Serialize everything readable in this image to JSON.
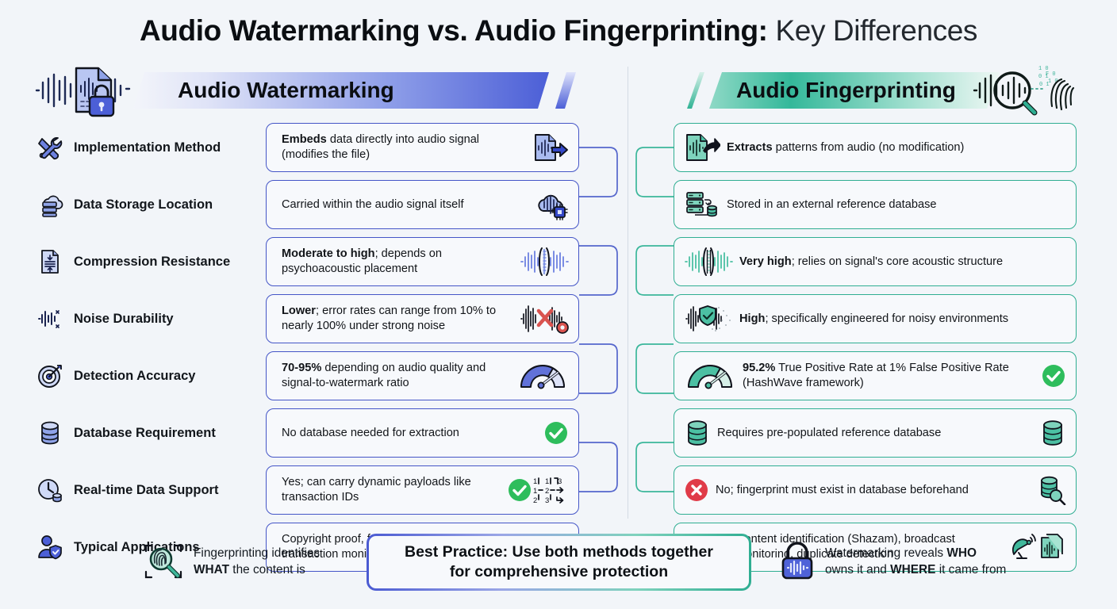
{
  "title": {
    "strong": "Audio Watermarking vs. Audio Fingerprinting:",
    "light": "Key Differences"
  },
  "colors": {
    "background": "#f2f5f9",
    "watermark_accent": "#4c5fd7",
    "fingerprint_accent": "#2fae92",
    "success_green": "#2ebd5c",
    "error_red": "#e03b48",
    "text": "#121519"
  },
  "headers": {
    "left": {
      "label": "Audio Watermarking",
      "icon": "audio-waveform-lock-document-icon"
    },
    "right": {
      "label": "Audio Fingerprinting",
      "icon": "waveform-magnifier-fingerprint-icon"
    }
  },
  "rows": [
    {
      "label": "Implementation Method",
      "label_icon": "wrench-screwdriver-icon",
      "left": {
        "bold": "Embeds",
        "rest": " data directly into audio signal (modifies the file)",
        "icon": "document-waveform-arrow-icon"
      },
      "right": {
        "bold": "Extracts",
        "rest": " patterns from audio (no modification)",
        "icon": "document-waveform-arrow-icon"
      }
    },
    {
      "label": "Data Storage Location",
      "label_icon": "cloud-server-icon",
      "left": {
        "bold": "",
        "rest": "Carried within the audio signal itself",
        "icon": "cloud-waveform-chip-icon"
      },
      "right": {
        "bold": "",
        "rest": "Stored in an external reference database",
        "icon": "server-rack-database-icon"
      }
    },
    {
      "label": "Compression Resistance",
      "label_icon": "compress-document-icon",
      "left": {
        "bold": "Moderate to high",
        "rest": "; depends on psychoacoustic placement",
        "icon": "waveform-compression-icon"
      },
      "right": {
        "bold": "Very high",
        "rest": "; relies on signal's core acoustic structure",
        "icon": "waveform-compression-icon"
      }
    },
    {
      "label": "Noise Durability",
      "label_icon": "noisy-waveform-icon",
      "left": {
        "bold": "Lower",
        "rest": "; error rates can range from 10% to nearly 100% under strong noise",
        "icon": "waveform-error-cross-icon"
      },
      "right": {
        "bold": "High",
        "rest": "; specifically engineered for noisy environments",
        "icon": "waveform-shield-check-icon"
      }
    },
    {
      "label": "Detection Accuracy",
      "label_icon": "target-dart-icon",
      "left": {
        "bold": "70-95%",
        "rest": " depending on audio quality and signal-to-watermark ratio",
        "icon": "gauge-meter-icon"
      },
      "right": {
        "bold": "95.2%",
        "rest": " True Positive Rate at 1% False Positive Rate (HashWave framework)",
        "icon": "gauge-meter-icon",
        "trailing_icon": "check-circle-icon"
      }
    },
    {
      "label": "Database Requirement",
      "label_icon": "database-cylinder-icon",
      "left": {
        "bold": "",
        "rest": "No database needed for extraction",
        "icon": "check-circle-icon"
      },
      "right": {
        "bold": "",
        "rest": "Requires pre-populated reference database",
        "icon": "database-cylinder-icon",
        "trailing_icon": "database-cylinder-icon"
      }
    },
    {
      "label": "Real-time Data Support",
      "label_icon": "clock-database-icon",
      "left": {
        "bold": "",
        "rest": "Yes; can carry dynamic payloads like transaction IDs",
        "icon": "check-circle-icon",
        "trailing_icon": "numbered-data-flow-icon"
      },
      "right": {
        "bold": "",
        "rest": "No; fingerprint must exist in database beforehand",
        "icon": "x-circle-icon",
        "trailing_icon": "database-search-icon"
      }
    },
    {
      "label": "Typical Applications",
      "label_icon": "user-shield-check-icon",
      "left": {
        "bold": "",
        "rest": "Copyright proof, forensic tracking, transaction monitoring",
        "icon": "copyright-icon",
        "trailing_icon": "forensic-magnifier-icon"
      },
      "right": {
        "bold": "",
        "rest": "Content identification (Shazam), broadcast monitoring, duplicate detection",
        "icon": "music-note-shazam-icon",
        "trailing_icon": "satellite-dish-documents-icon"
      }
    }
  ],
  "footer": {
    "left_note": {
      "icon": "fingerprint-scan-magnifier-icon",
      "line1_plain": "Fingerprinting identifies",
      "line2_bold": "WHAT",
      "line2_rest": " the content is"
    },
    "best_practice": {
      "line1": "Best Practice: Use both methods together",
      "line2": "for comprehensive protection"
    },
    "right_note": {
      "icon": "lock-waveform-icon",
      "line1_plain": "Watermarking reveals ",
      "line1_bold": "WHO",
      "line2_plain": "owns it and ",
      "line2_bold": "WHERE",
      "line2_rest": " it came from"
    }
  }
}
